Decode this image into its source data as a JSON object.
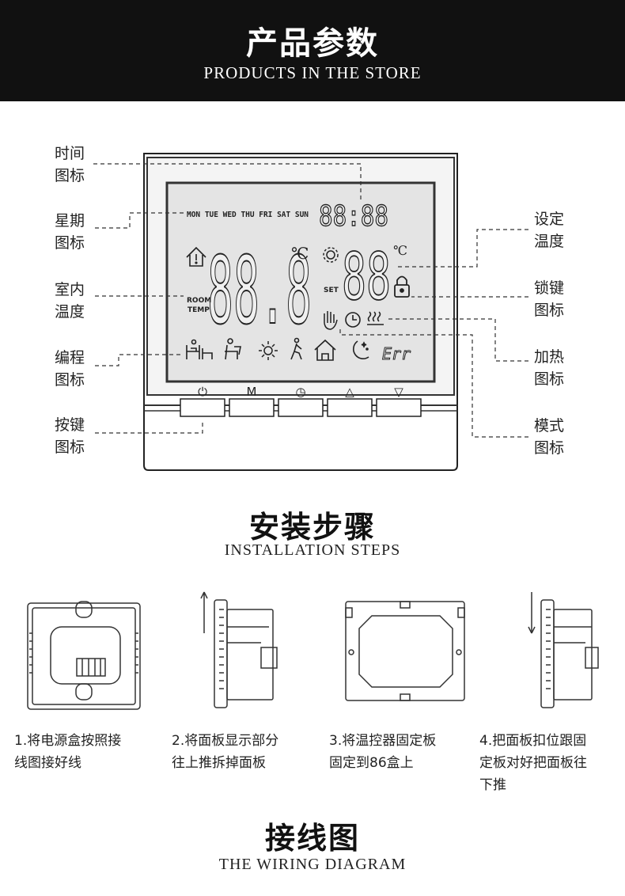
{
  "header": {
    "title_cn": "产品参数",
    "title_en": "PRODUCTS IN THE STORE"
  },
  "diagram": {
    "labels": {
      "time_icon": [
        "时间",
        "图标"
      ],
      "week_icon": [
        "星期",
        "图标"
      ],
      "room_temp": [
        "室内",
        "温度"
      ],
      "program_icon": [
        "编程",
        "图标"
      ],
      "button_icon": [
        "按键",
        "图标"
      ],
      "set_temp": [
        "设定",
        "温度"
      ],
      "lock_icon": [
        "锁键",
        "图标"
      ],
      "heating_icon": [
        "加热",
        "图标"
      ],
      "mode_icon": [
        "模式",
        "图标"
      ]
    },
    "lcd": {
      "weekdays": "MON TUE WED THU FRI SAT SUN",
      "clock": "88:88",
      "room_temp_digits": "88.8",
      "set_temp_digits": "88",
      "celsius": "℃",
      "set_label": "SET",
      "room_label_1": "ROOM",
      "room_label_2": "TEMP",
      "error_text": "Err"
    },
    "buttons": [
      "⏻",
      "M",
      "◷",
      "△",
      "▽"
    ]
  },
  "installation": {
    "title_cn": "安装步骤",
    "title_en": "INSTALLATION STEPS",
    "steps": [
      {
        "lines": [
          "1.将电源盒按照接",
          "线图接好线"
        ]
      },
      {
        "lines": [
          "2.将面板显示部分",
          "往上推拆掉面板"
        ]
      },
      {
        "lines": [
          "3.将温控器固定板",
          "固定到86盒上"
        ]
      },
      {
        "lines": [
          "4.把面板扣位跟固",
          "定板对好把面板往",
          "下推"
        ]
      }
    ]
  },
  "wiring": {
    "title_cn": "接线图",
    "title_en": "THE WIRING DIAGRAM"
  }
}
